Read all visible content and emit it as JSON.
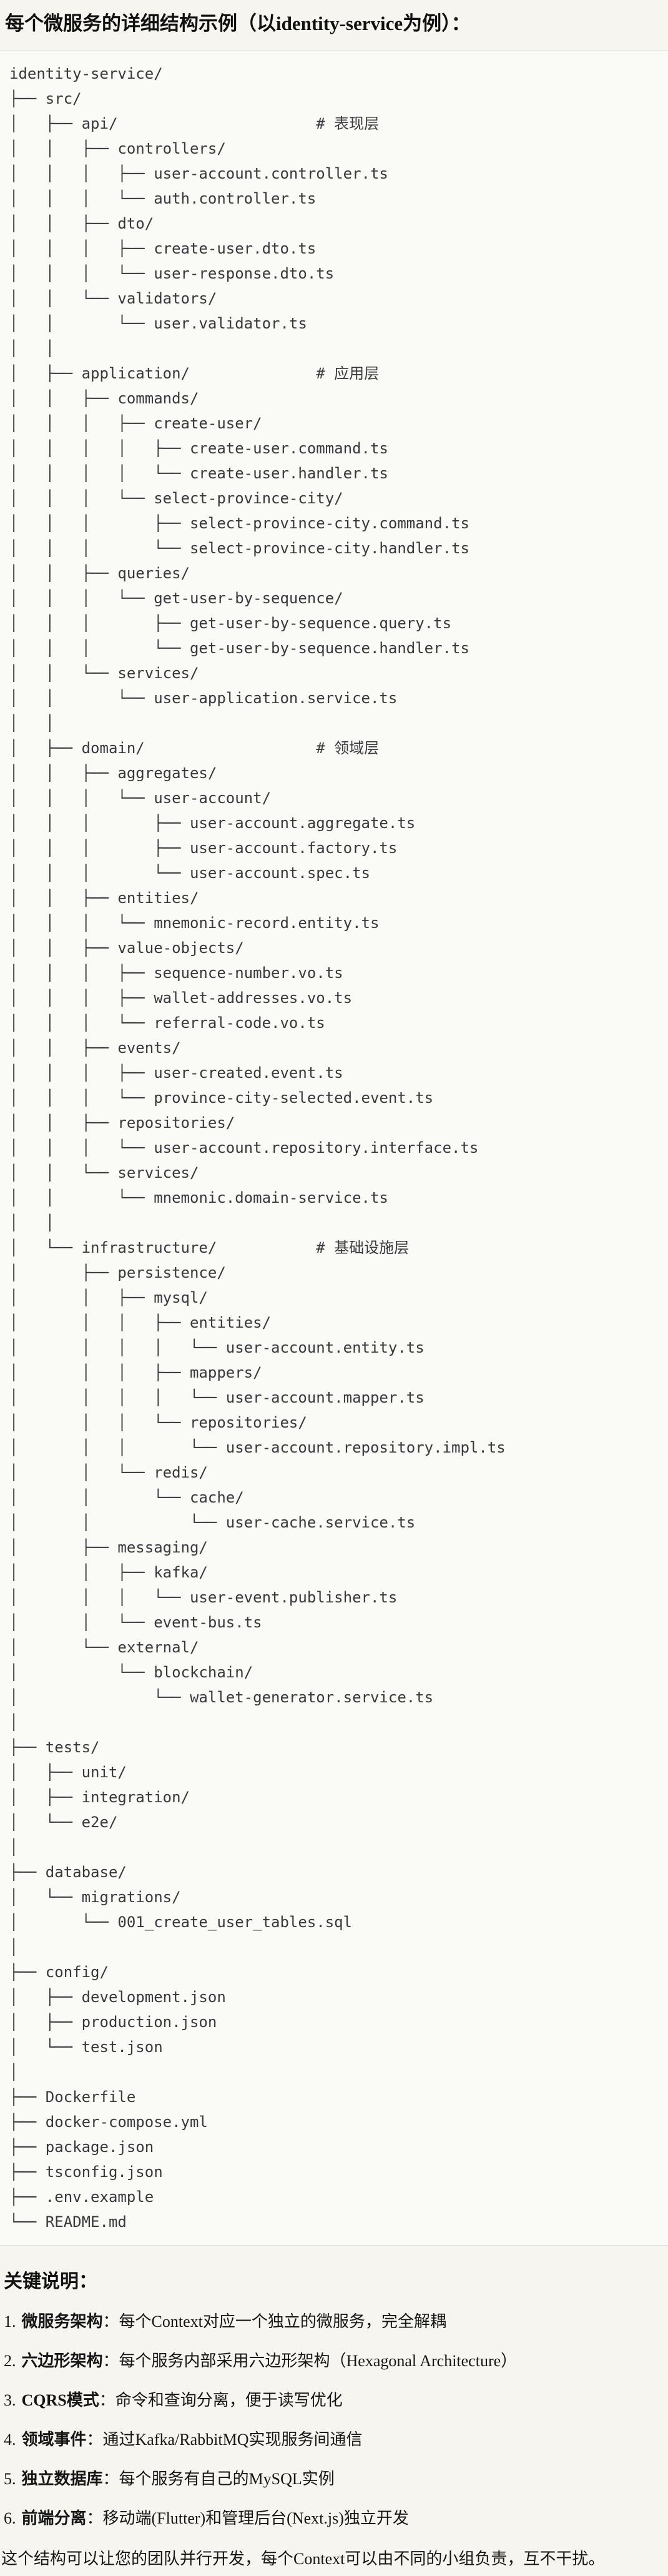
{
  "page": {
    "title": "每个微服务的详细结构示例（以identity-service为例）："
  },
  "tree": {
    "lines": [
      "identity-service/",
      "├── src/",
      "│   ├── api/                      # 表现层",
      "│   │   ├── controllers/",
      "│   │   │   ├── user-account.controller.ts",
      "│   │   │   └── auth.controller.ts",
      "│   │   ├── dto/",
      "│   │   │   ├── create-user.dto.ts",
      "│   │   │   └── user-response.dto.ts",
      "│   │   └── validators/",
      "│   │       └── user.validator.ts",
      "│   │",
      "│   ├── application/              # 应用层",
      "│   │   ├── commands/",
      "│   │   │   ├── create-user/",
      "│   │   │   │   ├── create-user.command.ts",
      "│   │   │   │   └── create-user.handler.ts",
      "│   │   │   └── select-province-city/",
      "│   │   │       ├── select-province-city.command.ts",
      "│   │   │       └── select-province-city.handler.ts",
      "│   │   ├── queries/",
      "│   │   │   └── get-user-by-sequence/",
      "│   │   │       ├── get-user-by-sequence.query.ts",
      "│   │   │       └── get-user-by-sequence.handler.ts",
      "│   │   └── services/",
      "│   │       └── user-application.service.ts",
      "│   │",
      "│   ├── domain/                   # 领域层",
      "│   │   ├── aggregates/",
      "│   │   │   └── user-account/",
      "│   │   │       ├── user-account.aggregate.ts",
      "│   │   │       ├── user-account.factory.ts",
      "│   │   │       └── user-account.spec.ts",
      "│   │   ├── entities/",
      "│   │   │   └── mnemonic-record.entity.ts",
      "│   │   ├── value-objects/",
      "│   │   │   ├── sequence-number.vo.ts",
      "│   │   │   ├── wallet-addresses.vo.ts",
      "│   │   │   └── referral-code.vo.ts",
      "│   │   ├── events/",
      "│   │   │   ├── user-created.event.ts",
      "│   │   │   └── province-city-selected.event.ts",
      "│   │   ├── repositories/",
      "│   │   │   └── user-account.repository.interface.ts",
      "│   │   └── services/",
      "│   │       └── mnemonic.domain-service.ts",
      "│   │",
      "│   └── infrastructure/           # 基础设施层",
      "│       ├── persistence/",
      "│       │   ├── mysql/",
      "│       │   │   ├── entities/",
      "│       │   │   │   └── user-account.entity.ts",
      "│       │   │   ├── mappers/",
      "│       │   │   │   └── user-account.mapper.ts",
      "│       │   │   └── repositories/",
      "│       │   │       └── user-account.repository.impl.ts",
      "│       │   └── redis/",
      "│       │       └── cache/",
      "│       │           └── user-cache.service.ts",
      "│       ├── messaging/",
      "│       │   ├── kafka/",
      "│       │   │   └── user-event.publisher.ts",
      "│       │   └── event-bus.ts",
      "│       └── external/",
      "│           └── blockchain/",
      "│               └── wallet-generator.service.ts",
      "│",
      "├── tests/",
      "│   ├── unit/",
      "│   ├── integration/",
      "│   └── e2e/",
      "│",
      "├── database/",
      "│   └── migrations/",
      "│       └── 001_create_user_tables.sql",
      "│",
      "├── config/",
      "│   ├── development.json",
      "│   ├── production.json",
      "│   └── test.json",
      "│",
      "├── Dockerfile",
      "├── docker-compose.yml",
      "├── package.json",
      "├── tsconfig.json",
      "├── .env.example",
      "└── README.md"
    ]
  },
  "notes": {
    "heading": "关键说明：",
    "items": [
      {
        "num": "1.",
        "term": "微服务架构",
        "colon": "：",
        "desc": "每个Context对应一个独立的微服务，完全解耦"
      },
      {
        "num": "2.",
        "term": "六边形架构",
        "colon": "：",
        "desc": "每个服务内部采用六边形架构（Hexagonal Architecture）"
      },
      {
        "num": "3.",
        "term": "CQRS模式",
        "colon": "：",
        "desc": "命令和查询分离，便于读写优化"
      },
      {
        "num": "4.",
        "term": "领域事件",
        "colon": "：",
        "desc": "通过Kafka/RabbitMQ实现服务间通信"
      },
      {
        "num": "5.",
        "term": "独立数据库",
        "colon": "：",
        "desc": "每个服务有自己的MySQL实例"
      },
      {
        "num": "6.",
        "term": "前端分离",
        "colon": "：",
        "desc": "移动端(Flutter)和管理后台(Next.js)独立开发"
      }
    ],
    "closing": "这个结构可以让您的团队并行开发，每个Context可以由不同的小组负责，互不干扰。"
  },
  "colors": {
    "page_bg": "#f6f5f0",
    "code_bg": "#fafaf7",
    "code_border": "#e2e1da",
    "code_text": "#37393c",
    "body_text": "#161616"
  }
}
